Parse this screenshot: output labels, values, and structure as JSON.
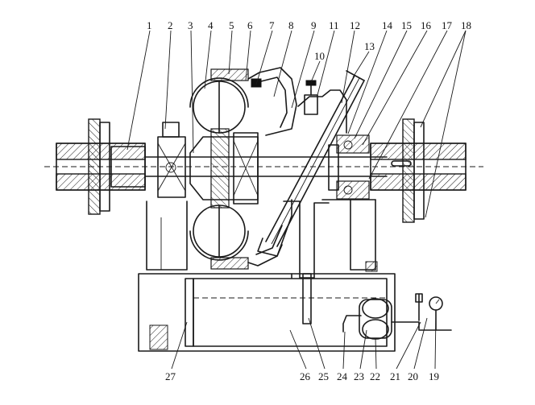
{
  "diagram": {
    "part_numbers": [
      "1",
      "2",
      "3",
      "4",
      "5",
      "6",
      "7",
      "8",
      "9",
      "10",
      "11",
      "12",
      "13",
      "14",
      "15",
      "16",
      "17",
      "18",
      "19",
      "20",
      "21",
      "22",
      "23",
      "24",
      "25",
      "26",
      "27"
    ]
  }
}
